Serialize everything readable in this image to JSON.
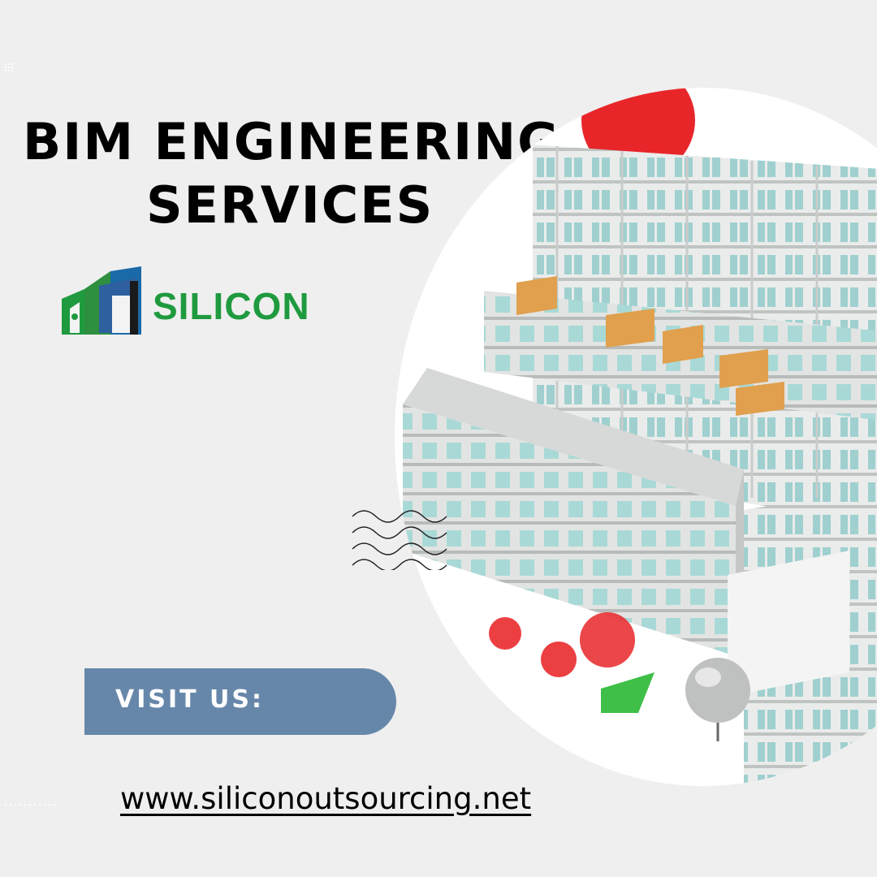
{
  "headline": {
    "line1": "BIM ENGINEERING",
    "line2": "SERVICES"
  },
  "logo": {
    "text": "SILICON",
    "icon": "silicon-house-logo-icon"
  },
  "visit": {
    "label": "VISIT US:"
  },
  "url": {
    "text": "www.siliconoutsourcing.net"
  },
  "colors": {
    "background": "#efefef",
    "pill": "#6787aa",
    "logo_green": "#1f9a3f",
    "logo_blue": "#2e5f9e",
    "accent_red": "#e8262a"
  }
}
